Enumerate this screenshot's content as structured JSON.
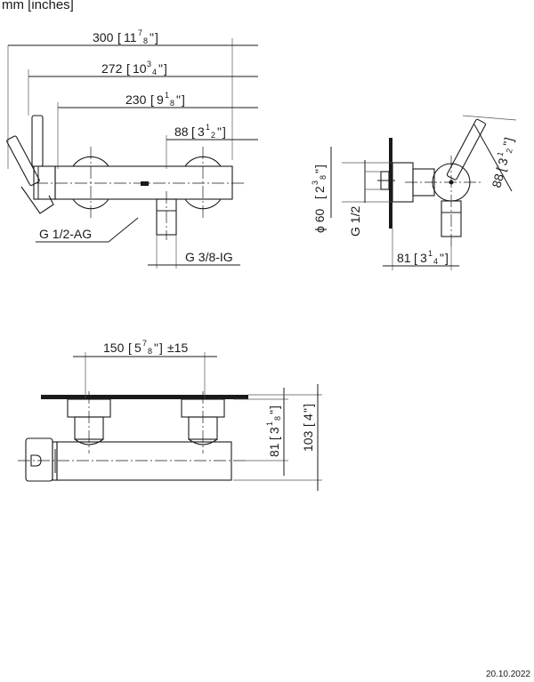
{
  "units_label": "mm [inches]",
  "date": "20.10.2022",
  "side_view": {
    "dim_300": "300",
    "dim_300_in_whole": "11",
    "dim_300_in_num": "7",
    "dim_300_in_den": "8",
    "dim_272": "272",
    "dim_272_in_whole": "10",
    "dim_272_in_num": "3",
    "dim_272_in_den": "4",
    "dim_230": "230",
    "dim_230_in_whole": "9",
    "dim_230_in_num": "1",
    "dim_230_in_den": "8",
    "dim_88": "88",
    "dim_88_in_whole": "3",
    "dim_88_in_num": "1",
    "dim_88_in_den": "2",
    "thread_inlet": "G 1/2-AG",
    "thread_outlet": "G 3/8-IG"
  },
  "end_view": {
    "dim_60_prefix": "ϕ 60",
    "dim_60_in_whole": "2",
    "dim_60_in_num": "3",
    "dim_60_in_den": "8",
    "thread": "G 1/2",
    "dim_81": "81",
    "dim_81_in_whole": "3",
    "dim_81_in_num": "1",
    "dim_81_in_den": "4",
    "dim_88": "88",
    "dim_88_in_whole": "3",
    "dim_88_in_num": "1",
    "dim_88_in_den": "2"
  },
  "front_view": {
    "dim_150": "150",
    "dim_150_in_whole": "5",
    "dim_150_in_num": "7",
    "dim_150_in_den": "8",
    "dim_150_tol": "±15",
    "dim_81": "81",
    "dim_81_in_whole": "3",
    "dim_81_in_num": "1",
    "dim_81_in_den": "8",
    "dim_103": "103",
    "dim_103_in_whole": "4"
  }
}
